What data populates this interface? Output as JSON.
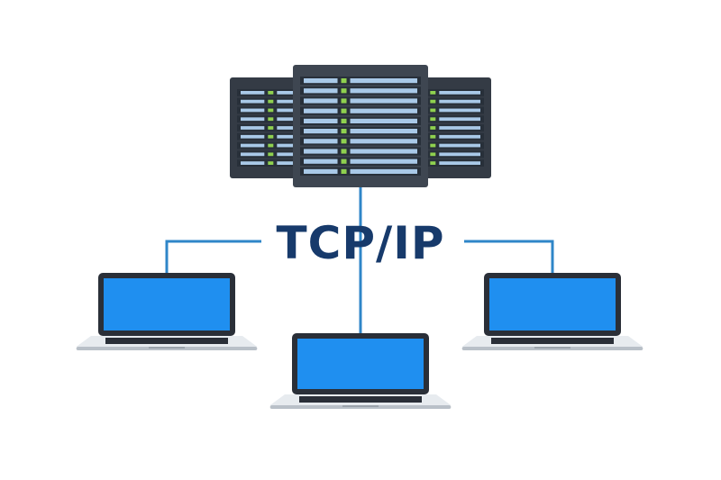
{
  "diagram": {
    "label": "TCP/IP",
    "colors": {
      "label": "#173a6b",
      "connector": "#2f86c8",
      "rack_body": "#3e4651",
      "rack_body_dark": "#343b45",
      "rack_slot": "#a9c9e8",
      "rack_slot_frame": "#28303a",
      "rack_led": "#8fd14f",
      "screen": "#1f8ff0",
      "screen_frame": "#2a2f38",
      "keyboard_base": "#e7ebef",
      "keyboard_keys": "#2a2f38",
      "base_shadow": "#b9c0c8"
    },
    "nodes": [
      {
        "id": "server-rack-left",
        "kind": "server-rack-icon"
      },
      {
        "id": "server-rack-center",
        "kind": "server-rack-icon"
      },
      {
        "id": "server-rack-right",
        "kind": "server-rack-icon"
      },
      {
        "id": "laptop-left",
        "kind": "laptop-icon"
      },
      {
        "id": "laptop-center",
        "kind": "laptop-icon"
      },
      {
        "id": "laptop-right",
        "kind": "laptop-icon"
      }
    ],
    "edges": [
      {
        "from": "server-rack-center",
        "to": "laptop-center"
      },
      {
        "from": "server-rack-center",
        "to": "laptop-left"
      },
      {
        "from": "server-rack-center",
        "to": "laptop-right"
      }
    ]
  }
}
